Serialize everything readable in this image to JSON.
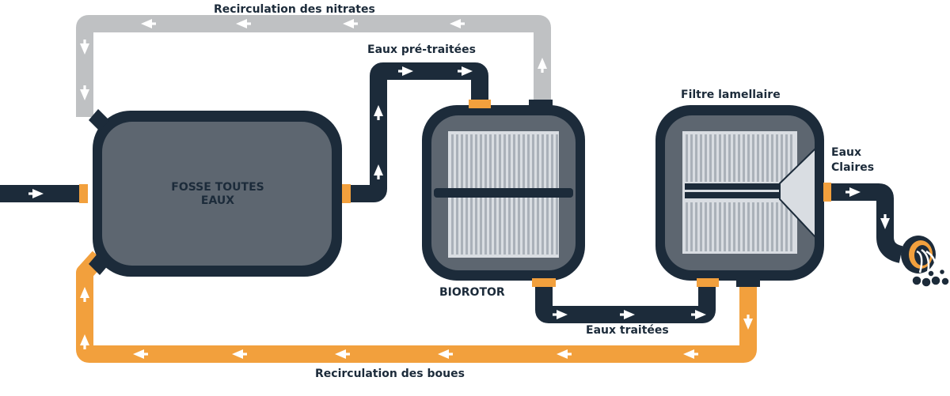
{
  "labels": {
    "nitrate_recirculation": "Recirculation des nitrates",
    "pretreated_water": "Eaux pré-traitées",
    "lamellar_filter": "Filtre lamellaire",
    "clear_water_line1": "Eaux",
    "clear_water_line2": "Claires",
    "tank_line1": "FOSSE TOUTES",
    "tank_line2": "EAUX",
    "biorotor": "BIOROTOR",
    "treated_water": "Eaux traitées",
    "sludge_recirculation": "Recirculation des boues"
  },
  "colors": {
    "navy": "#1c2b3a",
    "tank_fill": "#5d6670",
    "grey_pipe": "#bfc1c3",
    "orange": "#f2a03d",
    "light_panel": "#d9dde2",
    "white": "#ffffff"
  },
  "icons": {
    "flow_arrow": "arrow-icon",
    "outlet": "drain-outlet-icon"
  }
}
